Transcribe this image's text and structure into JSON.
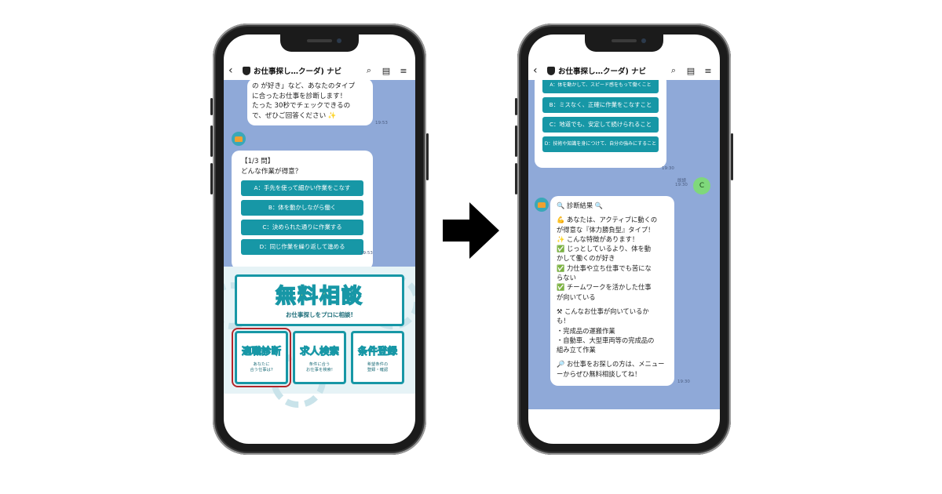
{
  "header": {
    "title": "お仕事探し…クーダ) ナビ",
    "back_icon": "chevron-left-icon",
    "search_icon": "search-icon",
    "notes_icon": "notes-icon",
    "menu_icon": "hamburger-menu-icon"
  },
  "left": {
    "intro_lines": [
      "の が好き」など、あなたのタイプ",
      "に合ったお仕事を診断します！",
      "たった 30秒でチェックできるの",
      "で、ぜひご回答ください ✨"
    ],
    "intro_time": "19:53",
    "question_label": "【1/3 問】",
    "question_text": "どんな作業が得意？",
    "options": [
      "A：手先を使って細かい作業をこなす",
      "B：体を動かしながら働く",
      "C：決められた通りに作業する",
      "D：同じ作業を繰り返して進める"
    ],
    "question_time": "19:53",
    "menu": {
      "big_title": "無料相談",
      "big_sub": "お仕事探しをプロに相談!",
      "items": [
        {
          "title": "適職診断",
          "sub1": "あなたに",
          "sub2": "合う仕事は?"
        },
        {
          "title": "求人検索",
          "sub1": "条件に合う",
          "sub2": "お仕事を検索!"
        },
        {
          "title": "条件登録",
          "sub1": "希望条件の",
          "sub2": "登録・確認"
        }
      ]
    }
  },
  "right": {
    "options": [
      "A：体を動かして、スピード感をもって働くこと",
      "B：ミスなく、正確に作業をこなすこと",
      "C：地道でも、安定して続けられること",
      "D：技術や知識を身につけて、自分の強みにすること"
    ],
    "options_time": "19:30",
    "user_read": "既読",
    "user_time": "19:30",
    "user_reply": "C",
    "result_title": "🔍 診断結果 🔍",
    "result_lines": [
      "💪 あなたは、アクティブに動くの",
      "が得意な『体力勝負型』タイプ！",
      "✨ こんな特徴があります！",
      "✅ じっとしているより、体を動",
      "かして働くのが好き",
      "✅ 力仕事や立ち仕事でも苦にな",
      "らない",
      "✅ チームワークを活かした仕事",
      "が向いている",
      "",
      "⚒ こんなお仕事が向いているか",
      "も！",
      "・完成品の運搬作業",
      "・自動車、大型車両等の完成品の",
      "組み立て作業",
      "",
      "🔎 お仕事をお探しの方は、メニュー",
      "ーからぜひ無料相談してね！"
    ],
    "result_time": "19:30"
  },
  "arrow_icon": "right-arrow-icon"
}
